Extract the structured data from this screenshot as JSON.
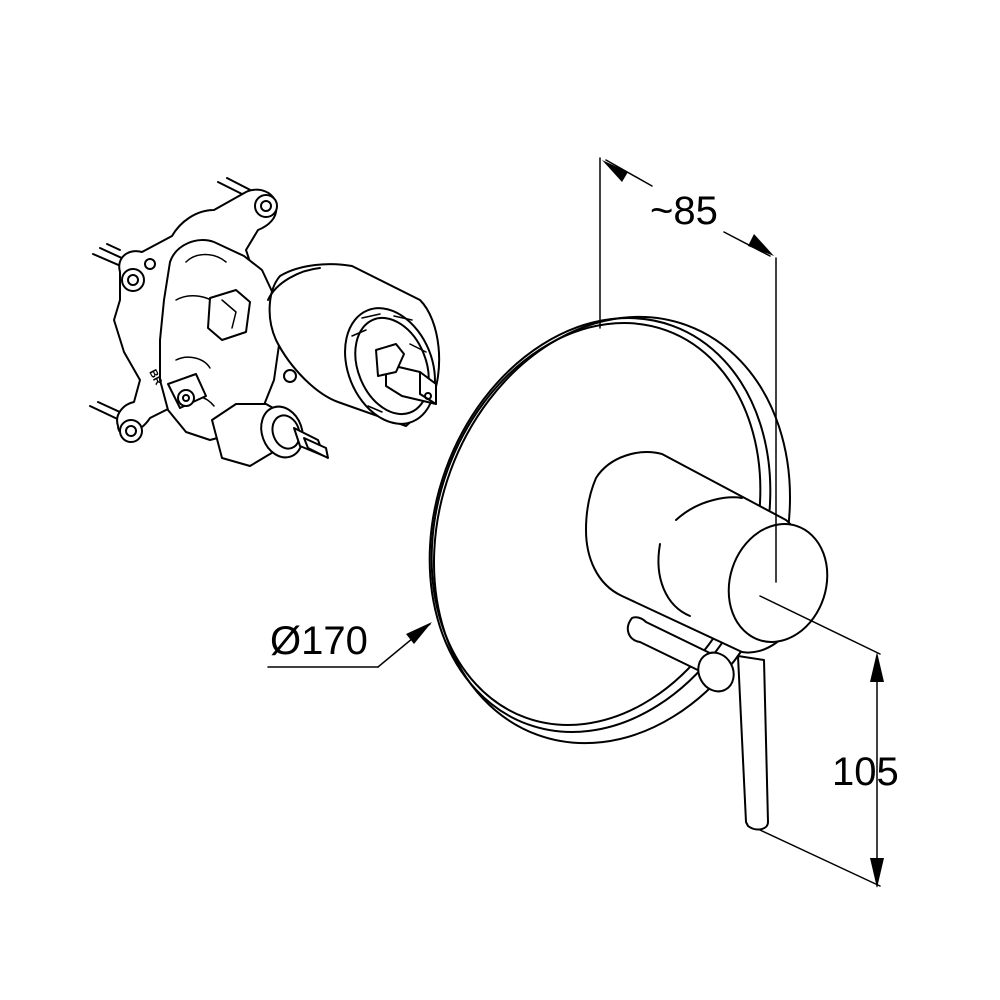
{
  "dimensions": {
    "depth": "~85",
    "diameter": "Ø170",
    "height": "105"
  },
  "valve_marking": "BR"
}
